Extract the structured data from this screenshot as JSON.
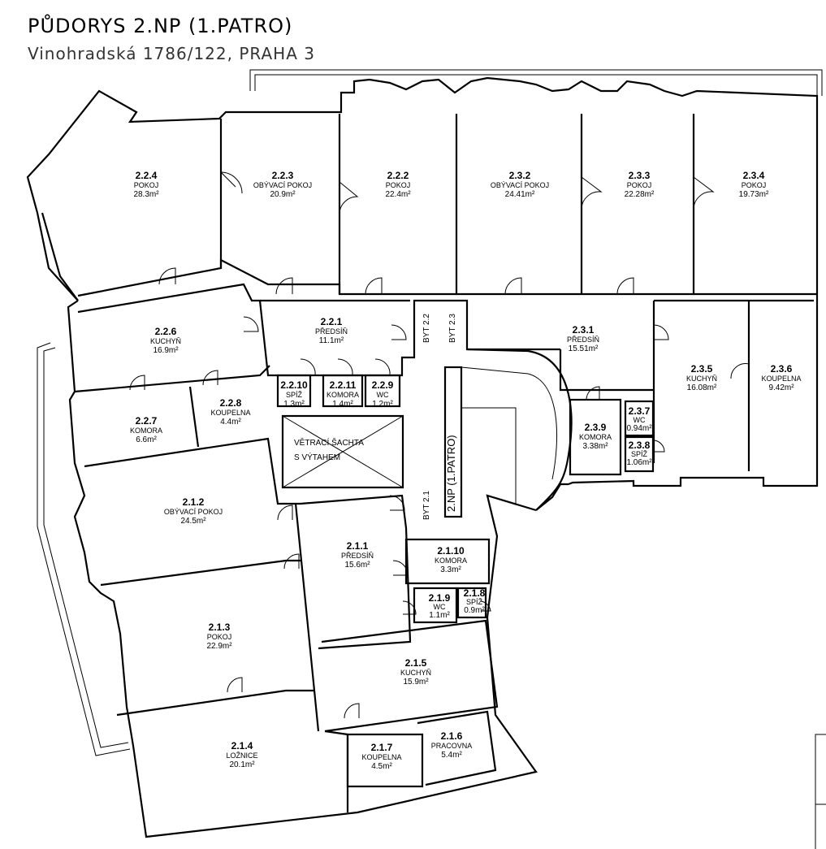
{
  "title": "PŮDORYS 2.NP (1.PATRO)",
  "subtitle": "Vinohradská 1786/122, PRAHA 3",
  "shaft_label": {
    "line1": "VĚTRACÍ ŠACHTA",
    "line2": "S VÝTAHEM"
  },
  "stair_label": "2.NP (1.PATRO)",
  "flat_labels": {
    "byt22": "BYT 2.2",
    "byt23": "BYT 2.3",
    "byt21": "BYT 2.1"
  },
  "rooms": {
    "r224": {
      "num": "2.2.4",
      "name": "POKOJ",
      "area": "28.3m²"
    },
    "r223": {
      "num": "2.2.3",
      "name": "OBÝVACÍ POKOJ",
      "area": "20.9m²"
    },
    "r222": {
      "num": "2.2.2",
      "name": "POKOJ",
      "area": "22.4m²"
    },
    "r232": {
      "num": "2.3.2",
      "name": "OBÝVACÍ POKOJ",
      "area": "24.41m²"
    },
    "r233": {
      "num": "2.3.3",
      "name": "POKOJ",
      "area": "22.28m²"
    },
    "r234": {
      "num": "2.3.4",
      "name": "POKOJ",
      "area": "19.73m²"
    },
    "r226": {
      "num": "2.2.6",
      "name": "KUCHYŇ",
      "area": "16.9m²"
    },
    "r221": {
      "num": "2.2.1",
      "name": "PŘEDSÍŇ",
      "area": "11.1m²"
    },
    "r231": {
      "num": "2.3.1",
      "name": "PŘEDSÍŇ",
      "area": "15.51m²"
    },
    "r235": {
      "num": "2.3.5",
      "name": "KUCHYŇ",
      "area": "16.08m²"
    },
    "r236": {
      "num": "2.3.6",
      "name": "KOUPELNA",
      "area": "9.42m²"
    },
    "r2210": {
      "num": "2.2.10",
      "name": "SPÍŽ",
      "area": "1.3m²"
    },
    "r2211": {
      "num": "2.2.11",
      "name": "KOMORA",
      "area": "1.4m²"
    },
    "r229": {
      "num": "2.2.9",
      "name": "WC",
      "area": "1.2m²"
    },
    "r227": {
      "num": "2.2.7",
      "name": "KOMORA",
      "area": "6.6m²"
    },
    "r228": {
      "num": "2.2.8",
      "name": "KOUPELNA",
      "area": "4.4m²"
    },
    "r239": {
      "num": "2.3.9",
      "name": "KOMORA",
      "area": "3.38m²"
    },
    "r237": {
      "num": "2.3.7",
      "name": "WC",
      "area": "0.94m²"
    },
    "r238": {
      "num": "2.3.8",
      "name": "SPÍŽ",
      "area": "1.06m²"
    },
    "r212": {
      "num": "2.1.2",
      "name": "OBÝVACÍ POKOJ",
      "area": "24.5m²"
    },
    "r211": {
      "num": "2.1.1",
      "name": "PŘEDSÍŇ",
      "area": "15.6m²"
    },
    "r2110": {
      "num": "2.1.10",
      "name": "KOMORA",
      "area": "3.3m²"
    },
    "r219": {
      "num": "2.1.9",
      "name": "WC",
      "area": "1.1m²"
    },
    "r218": {
      "num": "2.1.8",
      "name": "SPÍŽ",
      "area": "0.9m²"
    },
    "r213": {
      "num": "2.1.3",
      "name": "POKOJ",
      "area": "22.9m²"
    },
    "r215": {
      "num": "2.1.5",
      "name": "KUCHYŇ",
      "area": "15.9m²"
    },
    "r214": {
      "num": "2.1.4",
      "name": "LOŽNICE",
      "area": "20.1m²"
    },
    "r217": {
      "num": "2.1.7",
      "name": "KOUPELNA",
      "area": "4.5m²"
    },
    "r216": {
      "num": "2.1.6",
      "name": "PRACOVNA",
      "area": "5.4m²"
    }
  }
}
